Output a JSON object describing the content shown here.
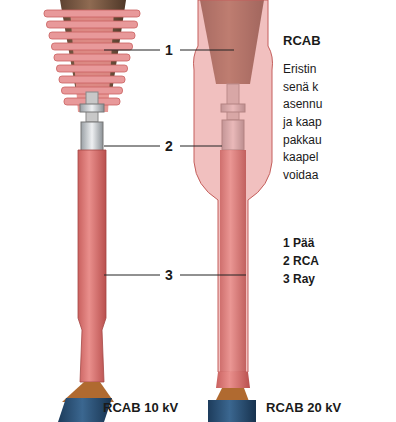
{
  "diagram": {
    "title": "RCAB",
    "labels": [
      "1",
      "2",
      "3",
      "Eristin",
      "senä k",
      "asennu",
      "ja kaap",
      "pakkau",
      "kaapel",
      "voidaa",
      "1 Pää",
      "2 RCA",
      "3 Ray",
      "RCAB 10 kV",
      "RCAB 20 kV"
    ]
  }
}
